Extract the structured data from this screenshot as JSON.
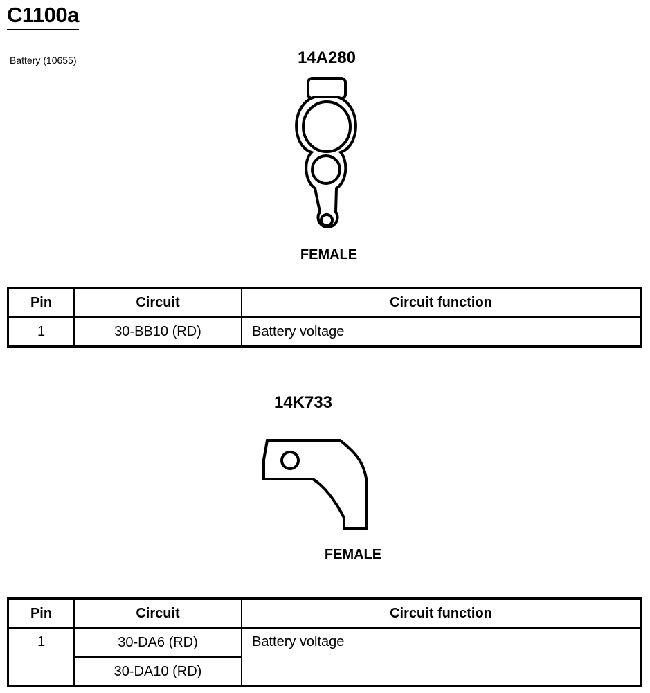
{
  "header": {
    "connector_id": "C1100a",
    "location": "Battery (10655)"
  },
  "table_headers": {
    "pin": "Pin",
    "circuit": "Circuit",
    "function": "Circuit function"
  },
  "connectors": [
    {
      "part_number": "14A280",
      "gender": "FEMALE",
      "rows": [
        {
          "pin": "1",
          "circuit": "30-BB10 (RD)",
          "function": "Battery voltage"
        }
      ]
    },
    {
      "part_number": "14K733",
      "gender": "FEMALE",
      "rows": [
        {
          "pin": "1",
          "circuit": "30-DA6 (RD)",
          "function": "Battery voltage"
        },
        {
          "circuit": "30-DA10 (RD)"
        }
      ]
    }
  ]
}
